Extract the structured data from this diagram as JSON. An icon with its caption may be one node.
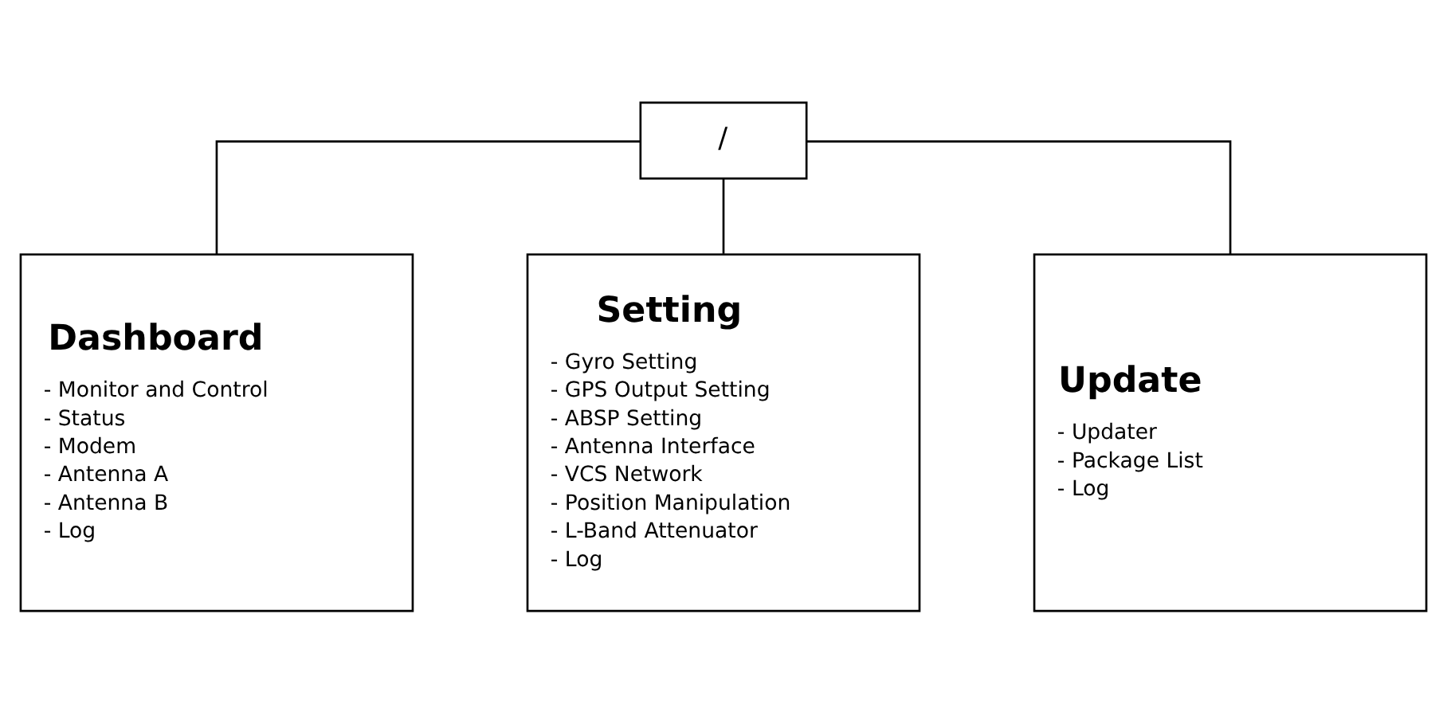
{
  "diagram": {
    "nodes": [
      {
        "text": [
          "/"
        ]
      },
      {
        "text": [
          "Dashboard",
          "- Monitor and Control",
          "- Status",
          "- Modem",
          "- Antenna A",
          "- Antenna B",
          "- Log"
        ]
      },
      {
        "text": [
          "Setting",
          "- Gyro Setting",
          "- GPS Output Setting",
          "- ABSP Setting",
          "- Antenna Interface",
          "- VCS Network",
          "- Position Manipulation",
          "- L-Band Attenuator",
          "- Log"
        ]
      },
      {
        "text": [
          "Update",
          "- Updater",
          "- Package List",
          "- Log"
        ]
      }
    ],
    "edges": [
      {
        "from": 0,
        "to": 1,
        "arrow": "none"
      },
      {
        "from": 0,
        "to": 2,
        "arrow": "none"
      },
      {
        "from": 0,
        "to": 3,
        "arrow": "none"
      }
    ]
  }
}
